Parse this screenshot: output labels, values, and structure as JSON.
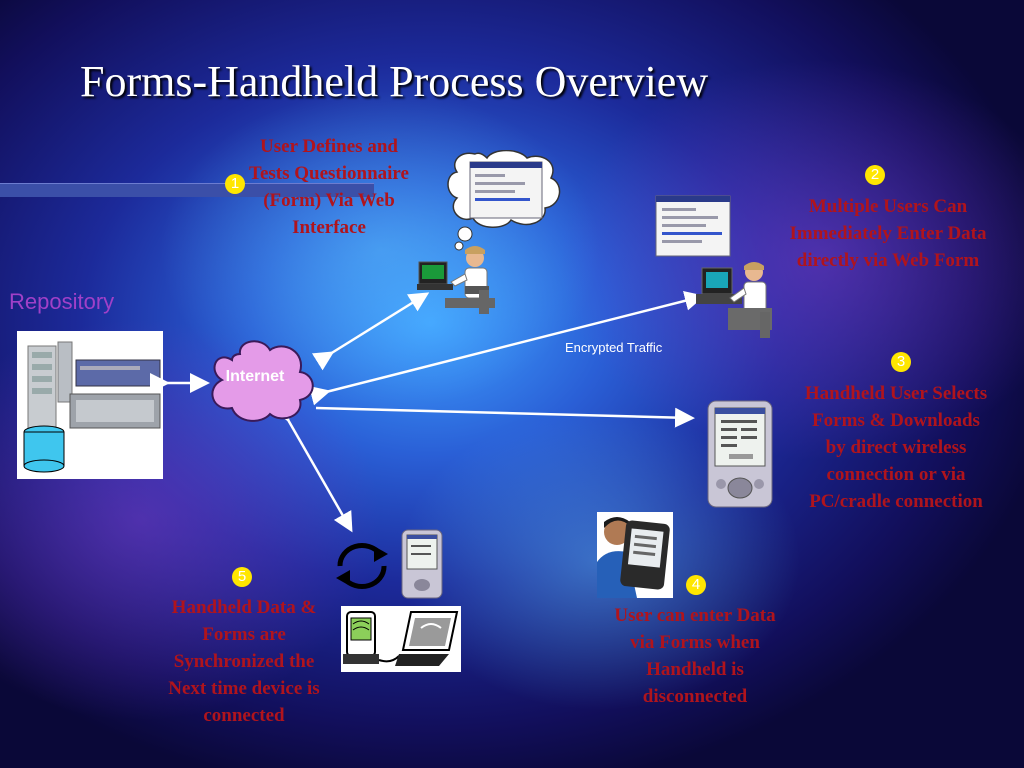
{
  "title": "Forms-Handheld Process Overview",
  "repository_label": "Repository",
  "internet_label": "Internet",
  "encrypted_label": "Encrypted Traffic",
  "steps": [
    {
      "number": "1",
      "text": "User Defines and Tests Questionnaire (Form) Via Web Interface"
    },
    {
      "number": "2",
      "text": "Multiple Users Can Immediately Enter Data directly via Web Form"
    },
    {
      "number": "3",
      "text": "Handheld User Selects Forms & Downloads by direct wireless connection or via PC/cradle connection"
    },
    {
      "number": "4",
      "text": "User can enter Data via Forms when Handheld is disconnected"
    },
    {
      "number": "5",
      "text": "Handheld Data & Forms are Synchronized the Next time device is connected"
    }
  ],
  "colors": {
    "caption": "#b0141c",
    "badge": "#ffe600",
    "repository_label": "#a040c8",
    "title": "#ffffff",
    "bar": "#3b4fa8"
  }
}
